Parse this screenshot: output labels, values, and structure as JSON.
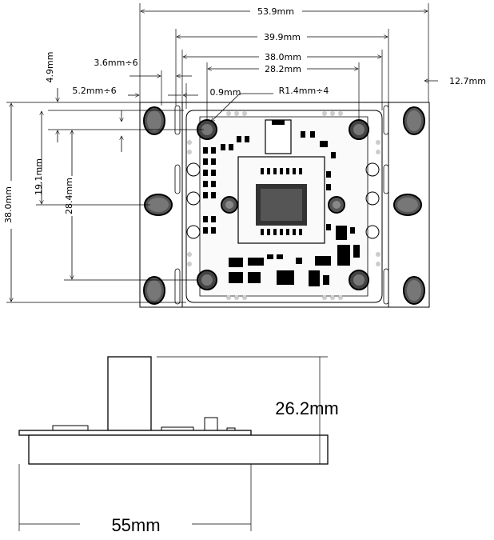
{
  "top_view": {
    "overall_width": "53.9mm",
    "bracket_width": "39.9mm",
    "board_width": "38.0mm",
    "hole_spacing_x": "28.2mm",
    "slot_width": "3.6mm÷6",
    "slot_offset": "5.2mm÷6",
    "edge_gap": "0.9mm",
    "hole_radius": "R1.4mm÷4",
    "side_offset": "12.7mm",
    "top_margin": "4.9mm",
    "center_offset": "19.1mm",
    "hole_spacing_y": "28.4mm",
    "board_height": "38.0mm"
  },
  "side_view": {
    "height": "26.2mm",
    "width": "55mm"
  }
}
